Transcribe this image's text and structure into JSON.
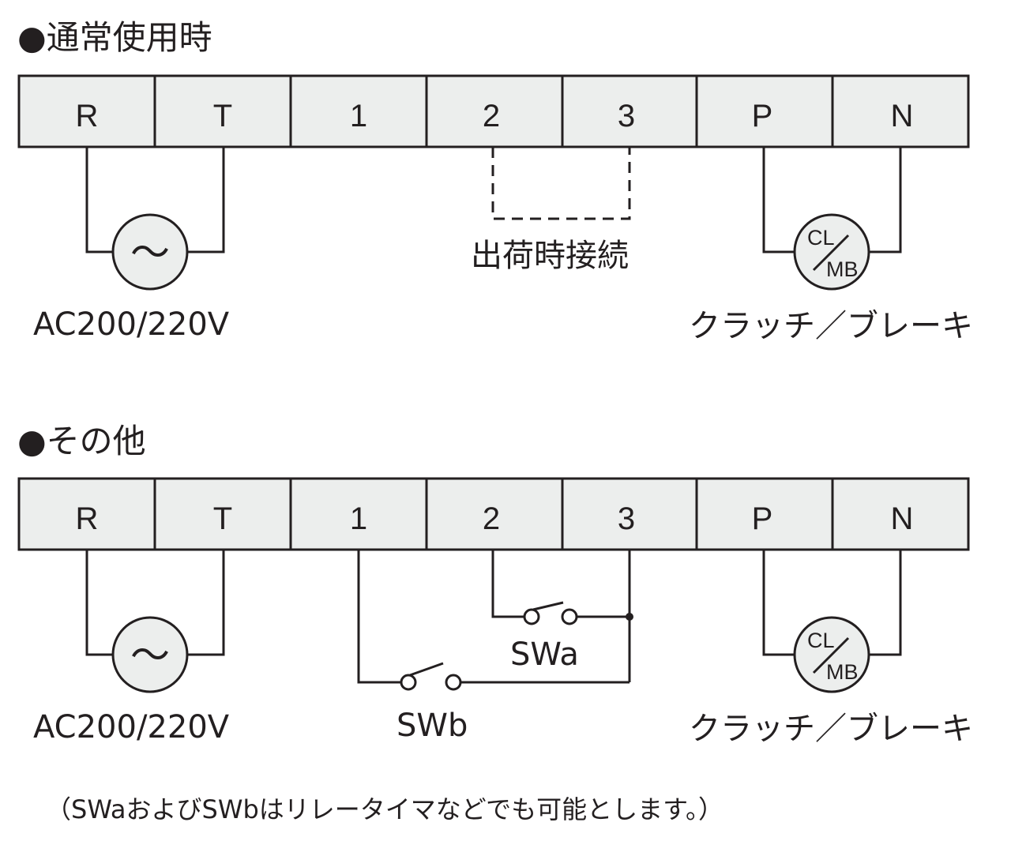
{
  "section1": {
    "heading": "●通常使用時",
    "terminals": [
      "R",
      "T",
      "1",
      "2",
      "3",
      "P",
      "N"
    ],
    "ac_symbol": "〜",
    "ac_label": "AC200/220V",
    "jumper_label": "出荷時接続",
    "clutch_symbol_top": "CL",
    "clutch_symbol_bottom": "MB",
    "clutch_label": "クラッチ／ブレーキ"
  },
  "section2": {
    "heading": "●その他",
    "terminals": [
      "R",
      "T",
      "1",
      "2",
      "3",
      "P",
      "N"
    ],
    "ac_symbol": "〜",
    "ac_label": "AC200/220V",
    "swa_label": "SWa",
    "swb_label": "SWb",
    "clutch_symbol_top": "CL",
    "clutch_symbol_bottom": "MB",
    "clutch_label": "クラッチ／ブレーキ"
  },
  "note": "（SWaおよびSWbはリレータイマなどでも可能とします。）"
}
